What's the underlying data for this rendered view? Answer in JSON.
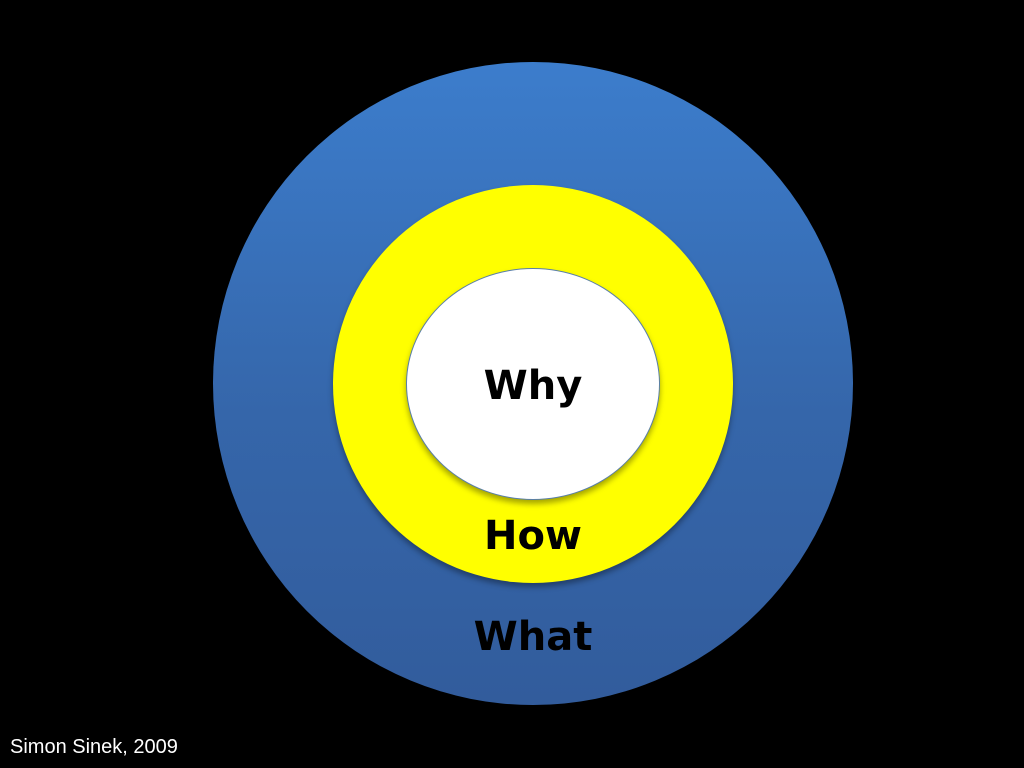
{
  "diagram": {
    "rings": {
      "outer": {
        "label": "What",
        "color": "#3a74c4"
      },
      "middle": {
        "label": "How",
        "color": "#ffff00"
      },
      "inner": {
        "label": "Why",
        "color": "#ffffff"
      }
    }
  },
  "footer": {
    "credit": "Simon Sinek, 2009"
  },
  "colors": {
    "background": "#000000",
    "label_text": "#000000",
    "credit_text": "#ffffff"
  }
}
